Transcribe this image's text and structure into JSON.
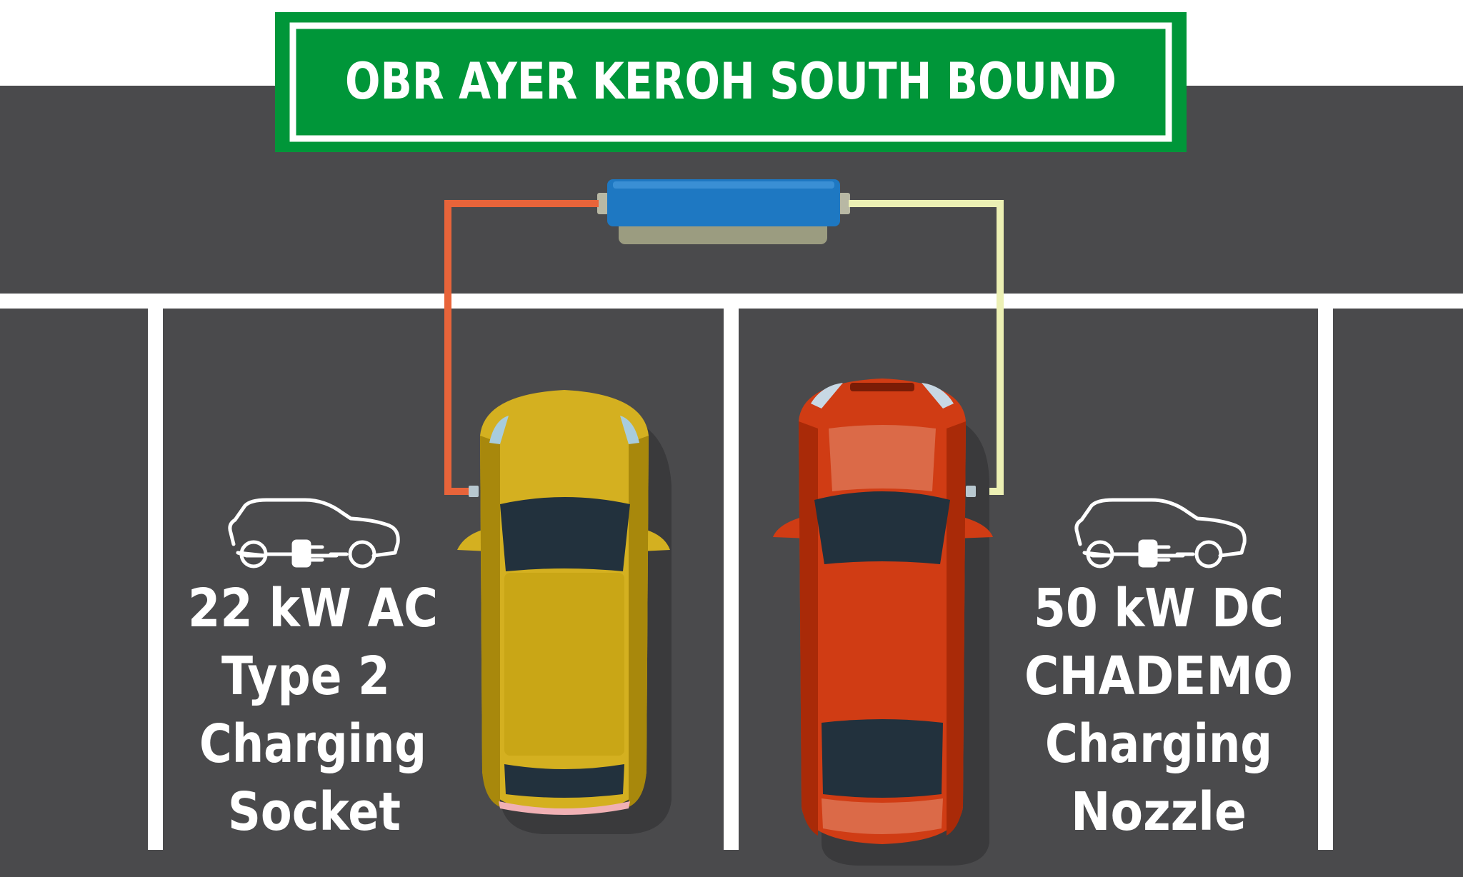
{
  "sign": {
    "title": "OBR AYER KEROH SOUTH BOUND",
    "color": "#009639"
  },
  "left_bay": {
    "label_lines": [
      "22 kW AC",
      "Type 2",
      "Charging",
      "Socket"
    ],
    "car_color": "#d4b020",
    "cable_color": "#e8643a"
  },
  "right_bay": {
    "label_lines": [
      "50 kW DC",
      "CHADEMO",
      "Charging",
      "Nozzle"
    ],
    "car_color": "#d03c14",
    "cable_color": "#ecf0b4"
  },
  "icons": {
    "left": "ev-car-plug-icon",
    "right": "ev-car-plug-icon"
  },
  "charger": {
    "color": "#1e78c2"
  },
  "colors": {
    "asphalt": "#4a4a4c",
    "lines": "#ffffff"
  }
}
